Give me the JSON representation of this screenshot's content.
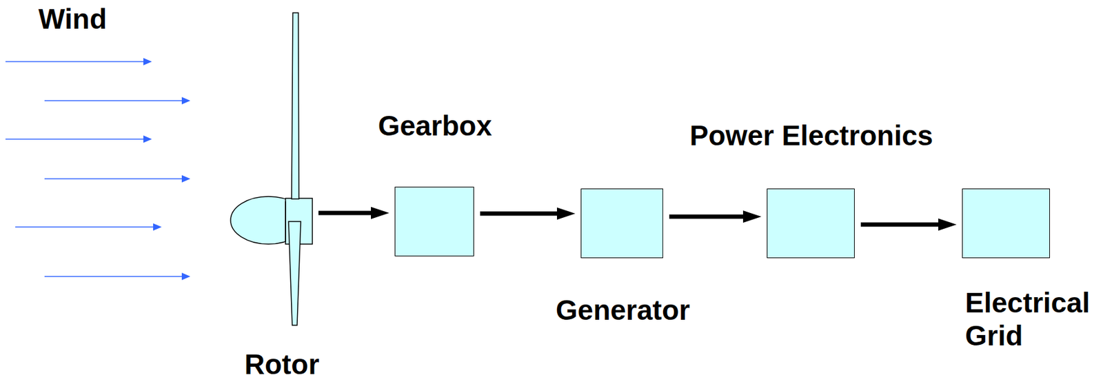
{
  "diagram": {
    "nodes": [
      {
        "text": [
          "Rotor"
        ]
      },
      {
        "text": [
          "Gearbox"
        ]
      },
      {
        "text": [
          "Generator"
        ]
      },
      {
        "text": [
          "Power Electronics"
        ]
      },
      {
        "text": [
          "Electrical Grid"
        ]
      }
    ],
    "edges": [
      {
        "from": 0,
        "to": 1,
        "arrow": "to"
      },
      {
        "from": 1,
        "to": 2,
        "arrow": "to"
      },
      {
        "from": 2,
        "to": 3,
        "arrow": "to"
      },
      {
        "from": 3,
        "to": 4,
        "arrow": "to"
      }
    ],
    "labels": [
      "Wind"
    ]
  }
}
